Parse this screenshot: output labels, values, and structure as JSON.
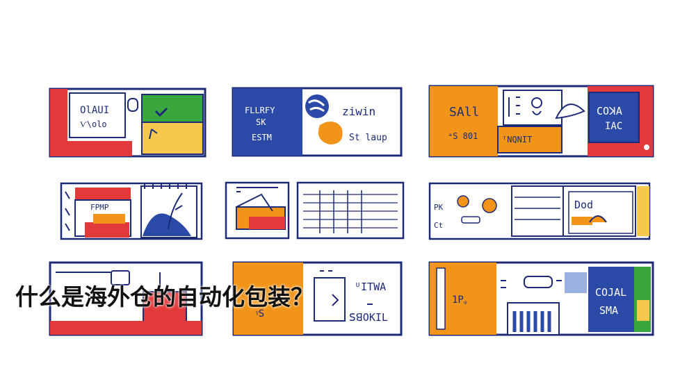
{
  "headline": "什么是海外仓的自动化包装？",
  "colors": {
    "navy": "#1c2a78",
    "blue": "#2b4aa8",
    "red": "#e23a3a",
    "orange": "#f29418",
    "green": "#3aa63e",
    "yellow": "#f7c84e",
    "paper": "#ffffff"
  },
  "scribbles": {
    "c1": [
      "OlAUI",
      "Ѵ\\olo"
    ],
    "c2": [
      "FLLRFY",
      "SK",
      "ESTM",
      "ziwin",
      "St laup"
    ],
    "c3": [
      "SAll",
      "ᵊS 801",
      "ᵀNQNIT",
      "COꓘA",
      "IAC"
    ],
    "c4": [
      "FPMP"
    ],
    "c6": [
      "Dod",
      "PK",
      "Ct"
    ],
    "c8": [
      "ᵁITWA",
      "ꓢꓭOKIL",
      "ᵞS"
    ],
    "c9": [
      "COJAL",
      "SMA",
      "1Pᵩ"
    ]
  }
}
